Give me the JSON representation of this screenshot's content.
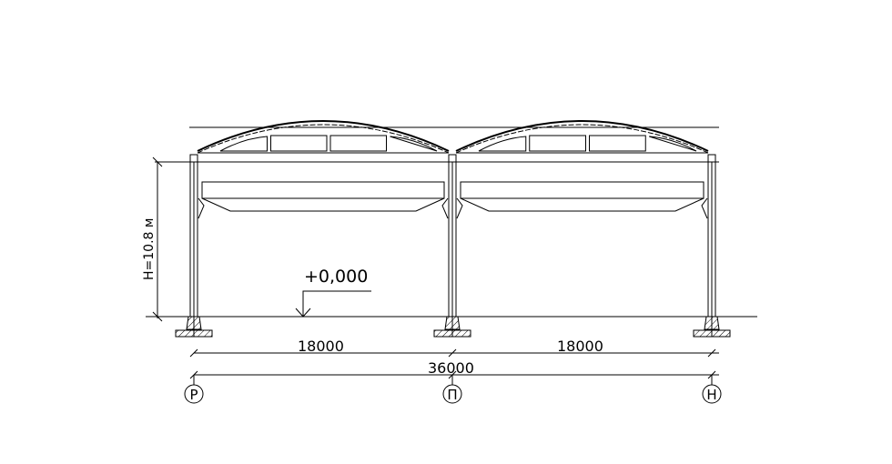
{
  "drawing": {
    "height_label": "H=10.8  м",
    "elevation_label": "+0,000",
    "span_left": "18000",
    "span_right": "18000",
    "span_total": "36000",
    "axes": [
      "Р",
      "П",
      "Н"
    ]
  }
}
